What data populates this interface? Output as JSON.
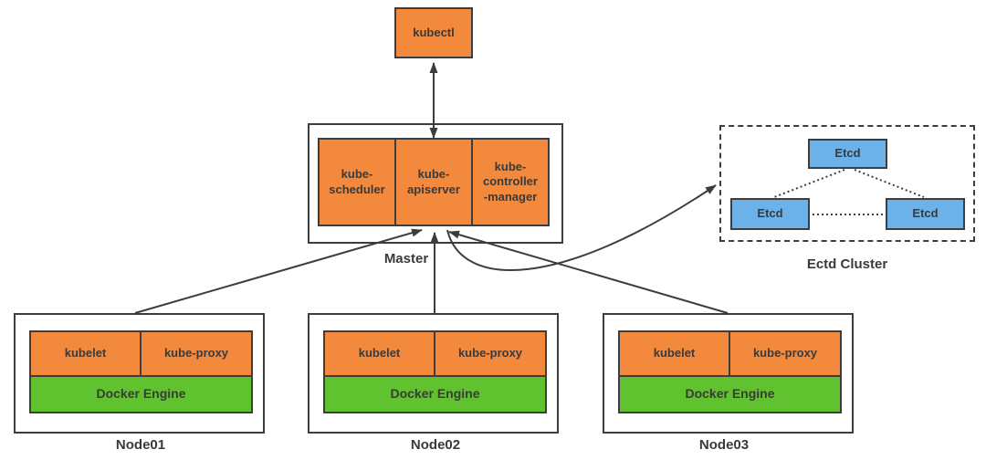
{
  "colors": {
    "orange": "#F2893C",
    "green": "#61C22F",
    "blue": "#6CB2E9",
    "border": "#3D3D3D",
    "text": "#3A3A3A"
  },
  "kubectl": {
    "label": "kubectl"
  },
  "master": {
    "label": "Master",
    "components": [
      {
        "label": "kube-\nscheduler"
      },
      {
        "label": "kube-\napiserver"
      },
      {
        "label": "kube-\ncontroller\n-manager"
      }
    ]
  },
  "etcd_cluster": {
    "label": "Ectd Cluster",
    "members": [
      {
        "label": "Etcd"
      },
      {
        "label": "Etcd"
      },
      {
        "label": "Etcd"
      }
    ]
  },
  "nodes": [
    {
      "label": "Node01",
      "kubelet": "kubelet",
      "kube_proxy": "kube-proxy",
      "engine": "Docker Engine"
    },
    {
      "label": "Node02",
      "kubelet": "kubelet",
      "kube_proxy": "kube-proxy",
      "engine": "Docker Engine"
    },
    {
      "label": "Node03",
      "kubelet": "kubelet",
      "kube_proxy": "kube-proxy",
      "engine": "Docker Engine"
    }
  ]
}
